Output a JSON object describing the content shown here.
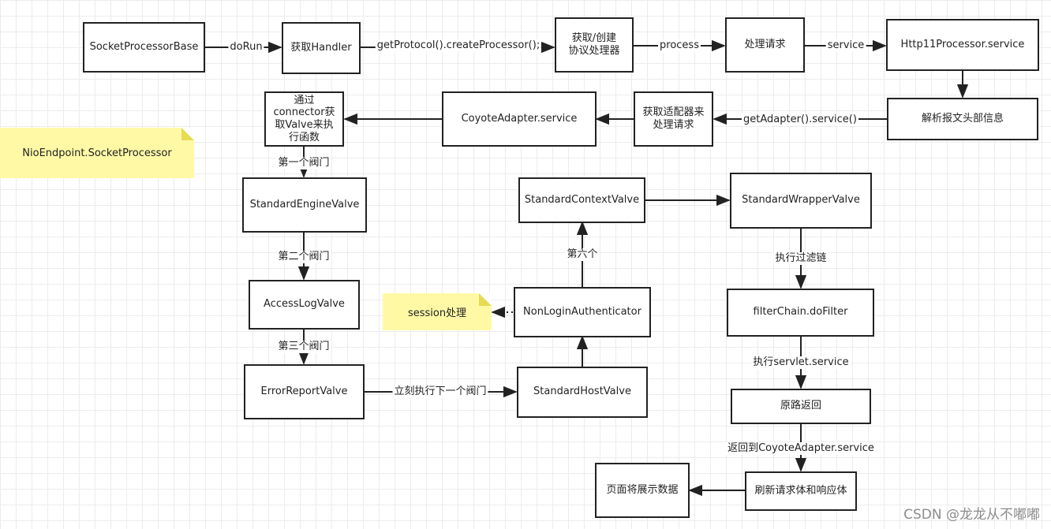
{
  "nodes": {
    "socket_processor_base": "SocketProcessorBase",
    "get_handler": "获取Handler",
    "get_create_processor": "获取/创建\n协议处理器",
    "handle_request": "处理请求",
    "http11_processor_service": "Http11Processor.service",
    "parse_header": "解析报文头部信息",
    "get_adapter_handle": "获取适配器来\n处理请求",
    "coyote_adapter_service": "CoyoteAdapter.service",
    "connector_valve": "通过\nconnector获\n取Valve来执\n行函数",
    "standard_engine_valve": "StandardEngineValve",
    "access_log_valve": "AccessLogValve",
    "error_report_valve": "ErrorReportValve",
    "standard_host_valve": "StandardHostValve",
    "non_login_authenticator": "NonLoginAuthenticator",
    "standard_context_valve": "StandardContextValve",
    "standard_wrapper_valve": "StandardWrapperValve",
    "filter_chain_do_filter": "filterChain.doFilter",
    "return_same_way": "原路返回",
    "refresh_req_resp": "刷新请求体和响应体",
    "page_display_data": "页面将展示数据"
  },
  "notes": {
    "nio_endpoint": "NioEndpoint.SocketProcessor",
    "session": "session处理"
  },
  "edge_labels": {
    "do_run": "doRun",
    "get_protocol": "getProtocol().createProcessor();",
    "process": "process",
    "service": "service",
    "get_adapter_service": "getAdapter().service()",
    "first_valve": "第一个阀门",
    "second_valve": "第二个阀门",
    "third_valve": "第三个阀门",
    "next_valve": "立刻执行下一个阀门",
    "sixth": "第六个",
    "filter_chain": "执行过滤链",
    "servlet_service": "执行servlet.service",
    "return_to_adapter": "返回到CoyoteAdapter.service"
  },
  "watermark": "CSDN @龙龙从不嘟嘟",
  "colors": {
    "note_fill": "#fff9a6",
    "stroke": "#222222",
    "grid": "#ececec"
  }
}
